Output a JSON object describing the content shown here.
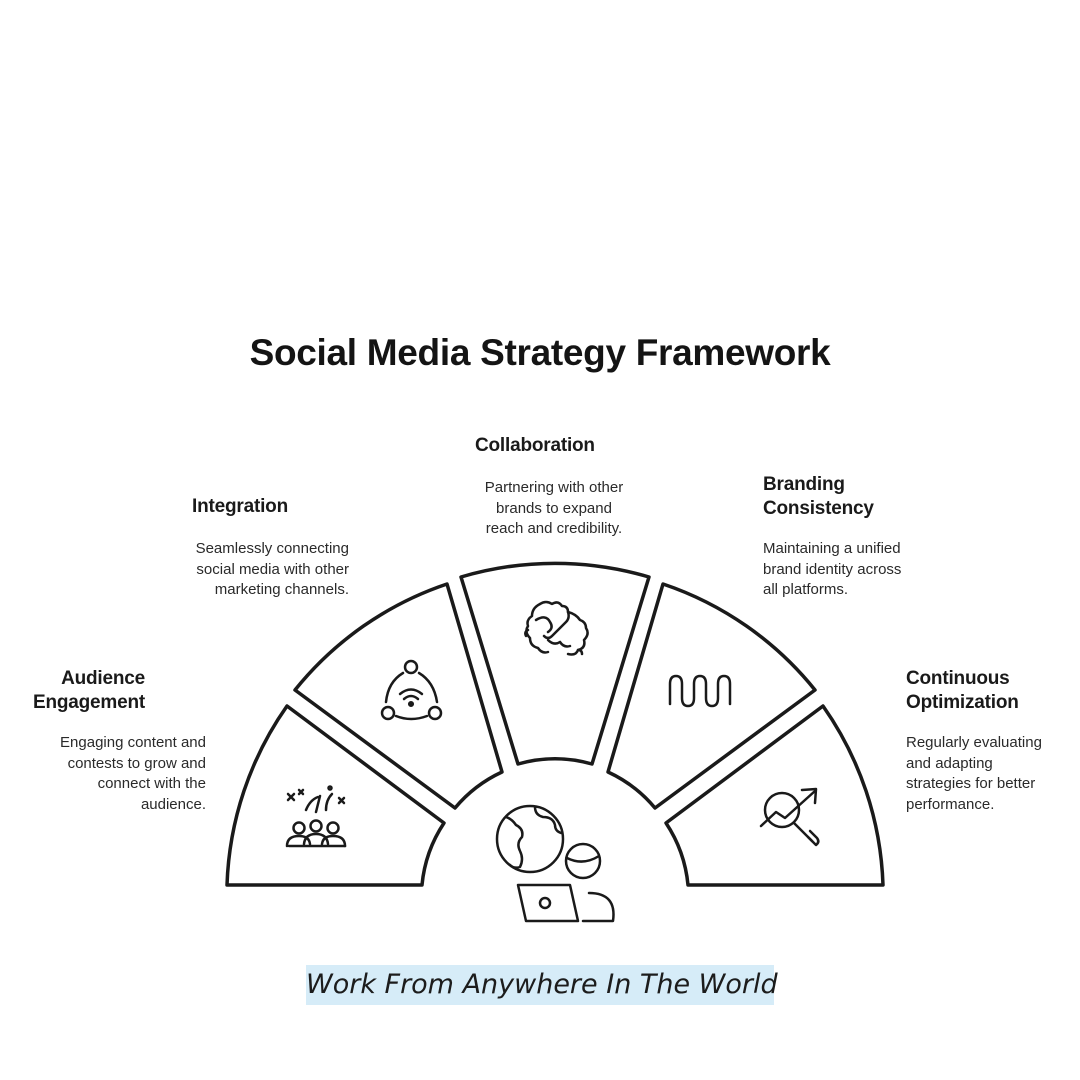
{
  "title": "Social Media Strategy Framework",
  "segments": [
    {
      "title_lines": [
        "Audience",
        "Engagement"
      ],
      "desc_lines": [
        "Engaging content and",
        "contests to grow and",
        "connect with the",
        "audience."
      ]
    },
    {
      "title_lines": [
        "Integration"
      ],
      "desc_lines": [
        "Seamlessly connecting",
        "social media with other",
        "marketing channels."
      ]
    },
    {
      "title_lines": [
        "Collaboration"
      ],
      "desc_lines": [
        "Partnering with other",
        "brands to expand",
        "reach and credibility."
      ]
    },
    {
      "title_lines": [
        "Branding",
        "Consistency"
      ],
      "desc_lines": [
        "Maintaining a unified",
        "brand identity across",
        "all platforms."
      ]
    },
    {
      "title_lines": [
        "Continuous",
        "Optimization"
      ],
      "desc_lines": [
        "Regularly evaluating",
        "and adapting",
        "strategies for better",
        "performance."
      ]
    }
  ],
  "icons": {
    "segment_1": "audience-crowd-icon",
    "segment_2": "network-integration-icon",
    "segment_3": "handshake-collaboration-icon",
    "segment_4": "waveform-icon",
    "segment_5": "analytics-magnifier-icon",
    "center": "remote-work-globe-icon"
  },
  "footer": "Work From Anywhere In The World",
  "colors": {
    "stroke": "#1a1a1a",
    "footer_highlight": "#d6ecf8"
  }
}
